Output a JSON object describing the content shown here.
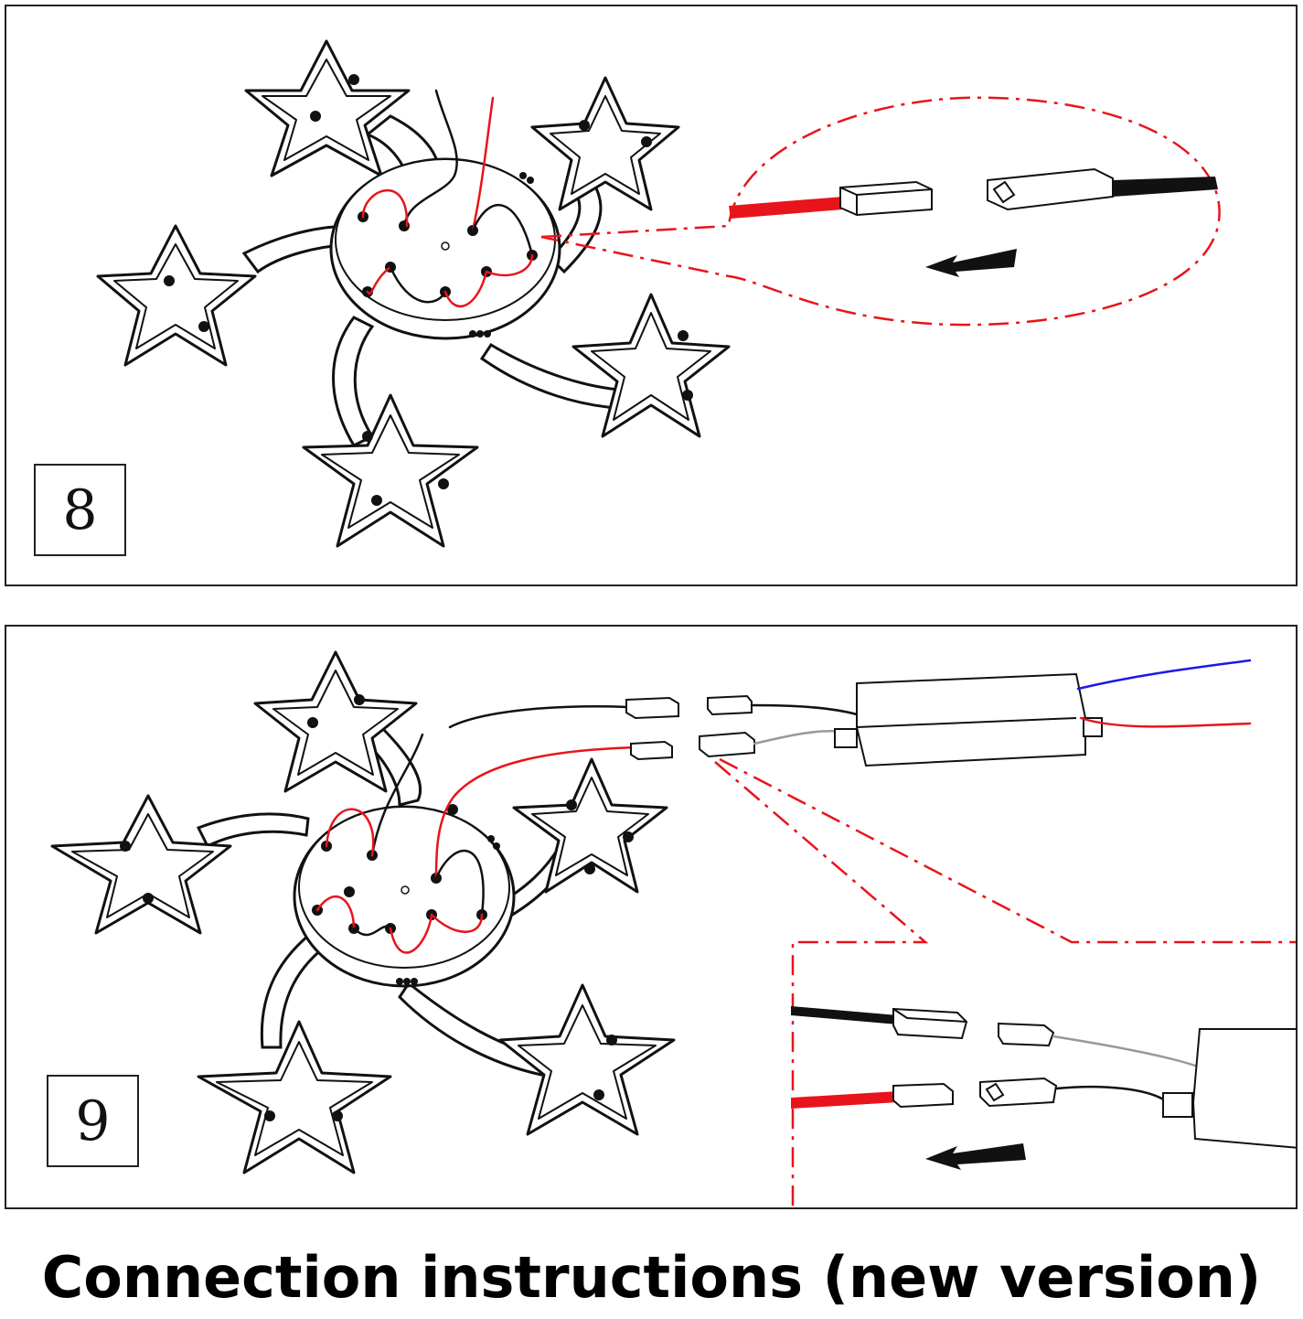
{
  "steps": [
    {
      "number": "8"
    },
    {
      "number": "9"
    }
  ],
  "caption": "Connection instructions (new version)",
  "colors": {
    "outline": "#111111",
    "live_wire": "#e8141b",
    "neutral_wire": "#1a1ae6",
    "callout": "#e8141b",
    "grey_wire": "#999999"
  },
  "icons": [
    "star-lamp-icon",
    "connector-icon",
    "driver-box-icon",
    "arrow-icon"
  ]
}
